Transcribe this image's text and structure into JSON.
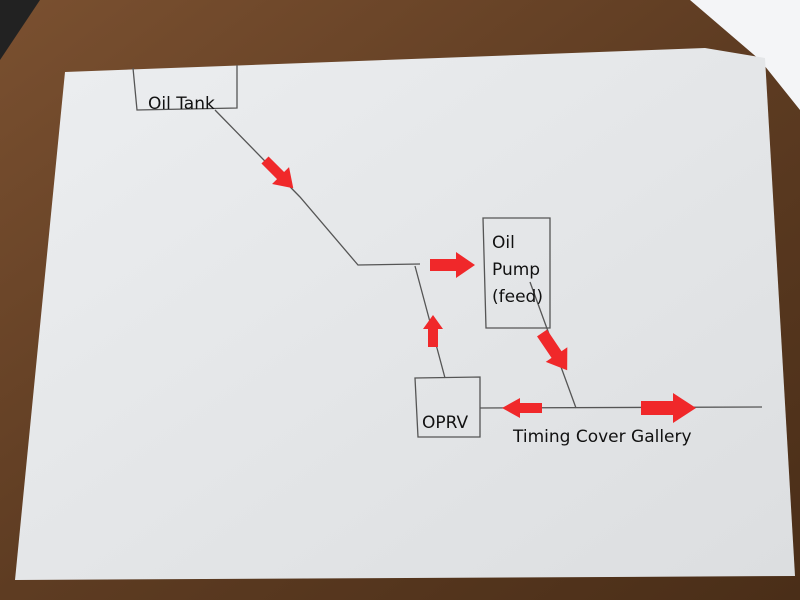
{
  "diagram": {
    "title": "Oil flow diagram",
    "labels": {
      "oil_tank": "Oil Tank",
      "oil_pump_1": "Oil",
      "oil_pump_2": "Pump",
      "oil_pump_3": "(feed)",
      "oprv": "OPRV",
      "gallery": "Timing Cover Gallery"
    },
    "colors": {
      "arrow": "#f0282a",
      "paper": "#e6e7e9",
      "wood": "#6b4426"
    }
  }
}
